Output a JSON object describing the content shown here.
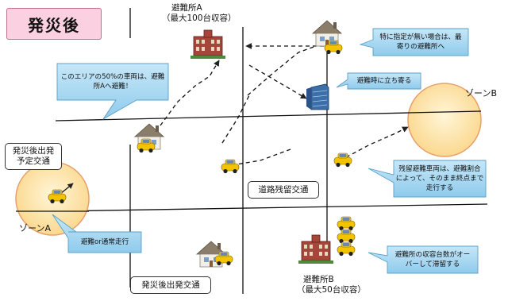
{
  "title": "発災後",
  "shelter_a": {
    "name": "避難所A",
    "capacity": "（最大100台収容）"
  },
  "shelter_b": {
    "name": "避難所B",
    "capacity": "（最大50台収容）"
  },
  "zone_a": "ゾーンA",
  "zone_b": "ゾーンB",
  "boxes": {
    "planned": [
      "発災後出発",
      "予定交通"
    ],
    "road_remaining": "道路残留交通",
    "departure": "発災後出発交通"
  },
  "callouts": {
    "area_ratio": [
      "このエリアの50%の車両は、避難",
      "所Aへ避難！"
    ],
    "nearest": [
      "特に指定が無い場合は、最",
      "寄りの避難所へ"
    ],
    "stopover": "避難時に立ち寄る",
    "remaining": [
      "残留避難車両は、避難割合",
      "によって、そのまま終点まで",
      "走行する"
    ],
    "normal": "避難or通常走行",
    "overflow": [
      "避難所の収容台数がオー",
      "バーして滞留する"
    ]
  },
  "colors": {
    "title_bg": "#fbd0e0",
    "callout_fill": "#a9d7f1",
    "zone_fill": "#fde4a6",
    "zone_edge": "#e8a06a",
    "car": "#f3c300"
  },
  "icons": [
    "house-icon",
    "shelter-building-icon",
    "office-building-icon",
    "taxi-car-icon"
  ]
}
